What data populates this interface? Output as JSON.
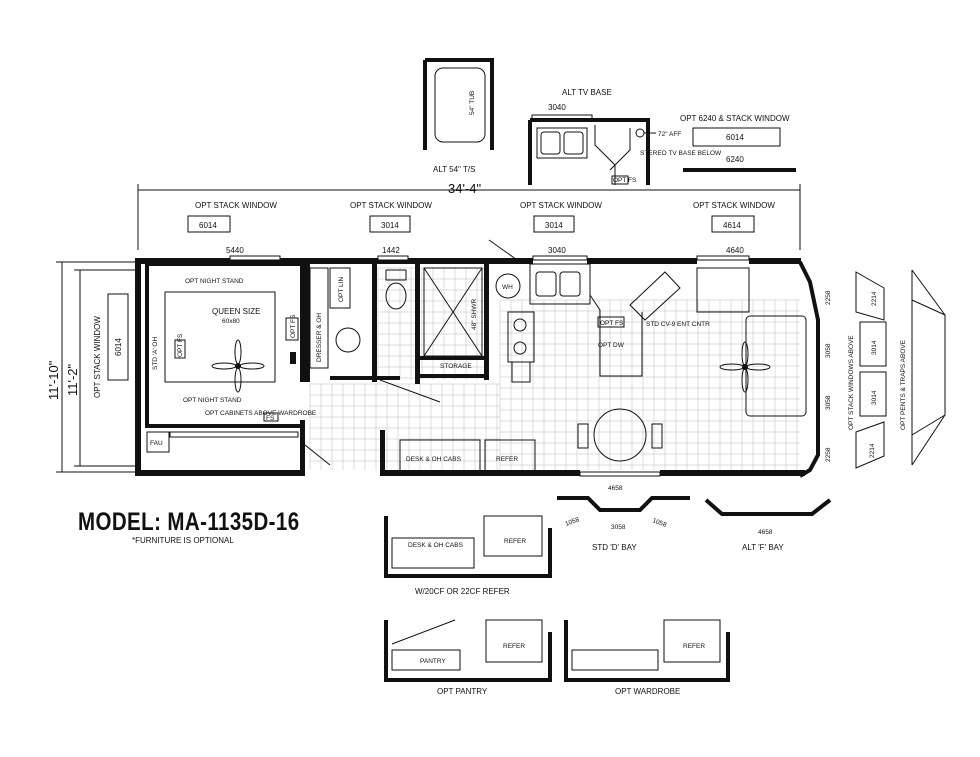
{
  "model": {
    "title": "MODEL: MA-1135D-16",
    "note": "*FURNITURE IS OPTIONAL"
  },
  "dimensions": {
    "overall_length": "34'-4\"",
    "width_outer": "11'-10\"",
    "width_inner": "11'-2\""
  },
  "top_windows": {
    "heading": "OPT STACK WINDOW",
    "items": [
      {
        "stack": "6014",
        "main": "5440"
      },
      {
        "stack": "3014",
        "main": "1442"
      },
      {
        "stack": "3014",
        "main": "3040"
      },
      {
        "stack": "4614",
        "main": "4640"
      }
    ]
  },
  "left_window": {
    "heading": "OPT STACK WINDOW",
    "code": "6014"
  },
  "inserts": {
    "alt_tub": {
      "caption": "ALT 54\" T/S",
      "tub_label": "54\" TUB"
    },
    "alt_tv": {
      "caption": "ALT TV BASE",
      "window": "3040",
      "affix": "72\" AFF",
      "note": "STEREO TV BASE BELOW",
      "fs": "OPT FS"
    },
    "opt_6240": {
      "caption": "OPT 6240 & STACK WINDOW",
      "stack": "6014",
      "main": "6240"
    }
  },
  "rooms": {
    "night_stand_1": "OPT NIGHT STAND",
    "queen": "QUEEN SIZE",
    "queen_size": "60x80",
    "std_oh": "STD 'A' OH",
    "opt_fs": "OPT FS",
    "night_stand_2": "OPT NIGHT STAND",
    "opt_cabinets": "OPT CABINETS ABOVE WARDROBE",
    "fs": "FS",
    "fau": "FAU",
    "dresser": "DRESSER & OH",
    "opt_lin": "OPT LIN",
    "shower": "48\" SHWR",
    "storage": "STORAGE",
    "wh": "WH",
    "desk": "DESK & OH CABS",
    "refer": "REFER",
    "opt_fs_kitchen": "OPT FS",
    "opt_dw": "OPT DW",
    "std_cv": "STD CV-9 ENT CNTR",
    "vertical_opt_fs": "OPT FS"
  },
  "side_windows": {
    "right_upper": "2258",
    "right_mid": "3058",
    "right_lower": "3058",
    "right_bottom": "2258",
    "stack_heading": "OPT STACK WINDOWS ABOVE",
    "stack_a": "2214",
    "stack_b": "3014",
    "stack_c": "3014",
    "stack_d": "2214",
    "pents_heading": "OPT PENTS & TRAPS ABOVE",
    "bottom_center": "4658"
  },
  "variants": {
    "d_bay": {
      "caption": "STD 'D' BAY",
      "left": "1058",
      "center": "3058",
      "right": "1058"
    },
    "f_bay": {
      "caption": "ALT 'F' BAY",
      "center": "4658"
    },
    "w20": {
      "caption": "W/20CF OR 22CF REFER",
      "desk": "DESK & OH CABS",
      "refer": "REFER"
    },
    "pantry": {
      "caption": "OPT PANTRY",
      "label": "PANTRY",
      "refer": "REFER"
    },
    "wardrobe": {
      "caption": "OPT WARDROBE",
      "refer": "REFER"
    }
  }
}
